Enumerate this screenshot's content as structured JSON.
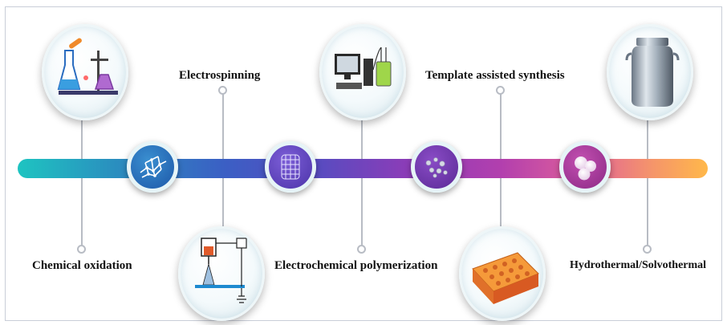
{
  "methods": {
    "chemical_oxidation": "Chemical oxidation",
    "electrospinning": "Electrospinning",
    "electrochemical_polymerization": "Electrochemical polymerization",
    "template_assisted_synthesis": "Template assisted synthesis",
    "hydrothermal_solvothermal": "Hydrothermal/Solvothermal"
  },
  "nodes": [
    "nanosheet-icon",
    "nanotube-icon",
    "nanoparticles-icon",
    "nanospheres-icon"
  ],
  "colors": {
    "band_start": "#1ec4c1",
    "band_middle": "#8a3db8",
    "band_end": "#ffb84a",
    "connector": "#b8bcc4"
  }
}
